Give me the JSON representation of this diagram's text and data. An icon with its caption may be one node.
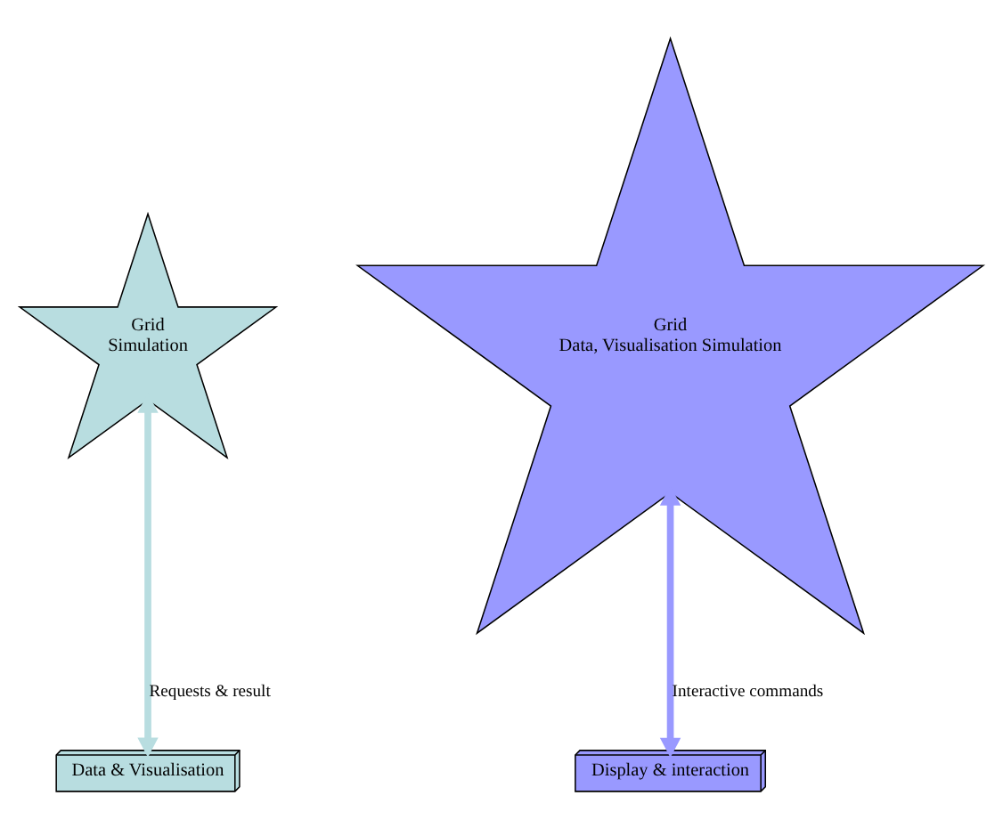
{
  "diagram": {
    "nodes": [
      {
        "text": [
          "Grid",
          "Simulation"
        ]
      },
      {
        "text": [
          "Data & Visualisation"
        ]
      },
      {
        "text": [
          "Grid",
          "Data, Visualisation Simulation"
        ]
      },
      {
        "text": [
          "Display & interaction"
        ]
      }
    ],
    "edges": [
      {
        "from": 0,
        "to": 1,
        "arrow": "both",
        "label": "Requests & result",
        "color": "#b8dde0"
      },
      {
        "from": 2,
        "to": 3,
        "arrow": "both",
        "label": "Interactive commands",
        "color": "#9999ff"
      }
    ]
  }
}
